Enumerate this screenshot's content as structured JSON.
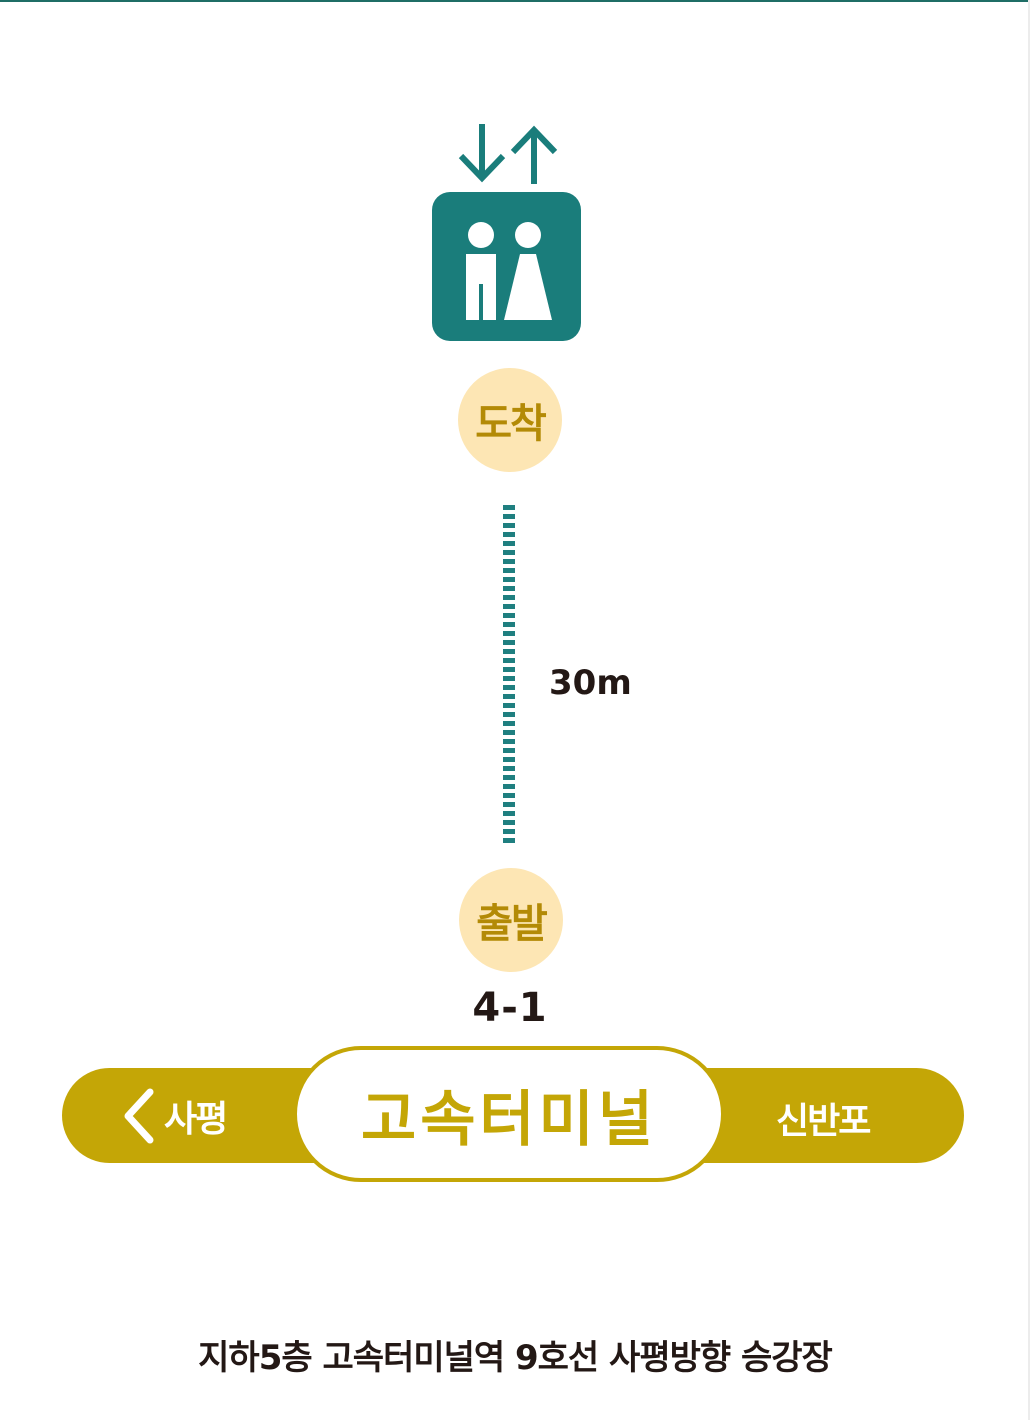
{
  "colors": {
    "teal": "#1a7d7b",
    "gold": "#c4a606",
    "badge_fill": "#fde6b4",
    "badge_text": "#b38a06",
    "text_dark": "#231815"
  },
  "icons": {
    "elevator": "elevator-icon",
    "arrows": "down-up-arrows-icon",
    "chevron": "chevron-left-icon"
  },
  "route": {
    "arrival_label": "도착",
    "distance": "30m",
    "departure_label": "출발",
    "platform_code": "4-1"
  },
  "line": {
    "prev_station": "사평",
    "current_station": "고속터미널",
    "next_station": "신반포"
  },
  "caption": "지하5층 고속터미널역 9호선 사평방향 승강장"
}
